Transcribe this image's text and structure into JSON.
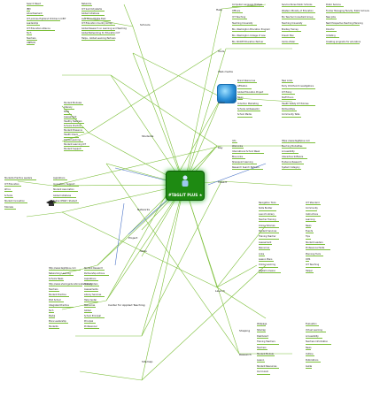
{
  "central": {
    "title": "#TAGLIT PLUS ★"
  },
  "hubs": {
    "schools": "Schools",
    "networks": "Networks",
    "students": "Students",
    "global": "Global",
    "help": "Help",
    "web_media": "Web media",
    "tools": "Tools",
    "key": "Key",
    "taglit": "TAGLIT",
    "skills": "Skills",
    "center": "Center for Applied Teaching",
    "sitemap": "Sitemap",
    "launch": "Launch",
    "shaping": "Shaping",
    "research": "Research",
    "project": "Project"
  },
  "top_left": {
    "items": [
      "Search Talent",
      "IBM",
      "Advertisement",
      "ICT policies Highland Children's ICEIT",
      "Leadership",
      "ICT Educators Alliance",
      "Tech",
      "Teachers",
      "UNESCO",
      "Networks",
      "ICT Summit Jakarta",
      "Global Initiatives",
      "Asia Africa Middle-East",
      "ICT Education Country Group",
      "Global Research on Learning and Teaching",
      "Global Networking for Education ICT",
      "Helps - Global Learning Partners"
    ]
  },
  "left_middle": {
    "items": [
      "Student Modules",
      "Literacy",
      "Skills",
      "Assessment",
      "Healthy Teachers",
      "Schools Practice",
      "Student Presence",
      "Health Check",
      "Online Learning",
      "Student Learning ICT",
      "Student Support"
    ]
  },
  "left_lower": {
    "items": [
      "Students Practice Leaders",
      "ICT Educators",
      "Africa",
      "Schools",
      "Student Innovation",
      "Tutorials",
      "Aspirations",
      "Innovation / Support",
      "Student Association",
      "Global Initiatives",
      "Follow WWW / Student"
    ]
  },
  "bottom_left": {
    "items": [
      "http://www.taglitplus.com",
      "Networking Learning",
      "Schools News",
      "http://www.sharingeducationnetwork.org",
      "Teachers",
      "Student Practice",
      "Pilot School",
      "Integrated Practice",
      "Tech",
      "Media",
      "More Leadership",
      "Students",
      "Student Research",
      "Partnership Actions",
      "Aspirations",
      "Stakeholders",
      "Assessments",
      "Library Services",
      "Help Center",
      "Resources",
      "Global",
      "School Principal",
      "Principal",
      "Professional"
    ]
  },
  "top_right": {
    "items": [
      "Computer Language Bridges",
      "Officers",
      "ICT Teaching",
      "Teaching University",
      "Bio, Washington Education Program",
      "Bio, Washington College of Law",
      "Bio, NCATE Education Partner",
      "Service Nurse Public Schools",
      "Western Ministry of Education",
      "Bio Teacher Consultant Group",
      "Teaching University",
      "Bradley Tierney",
      "Dream Plan",
      "Carlos Zoller",
      "Public Service",
      "Former Managing Faculty, Public Schools",
      "New Jobs",
      "Next Prospectus Teaching Planning",
      "Director",
      "Initiating",
      "Creating programs for educators"
    ]
  },
  "right_middle": {
    "items": [
      "Brand Resources",
      "Affiliation",
      "Global Education Project",
      "News",
      "Induction Marketing",
      "Schools Ambassador",
      "School Media",
      "New Links",
      "Early Childhood Investigations",
      "ICT Policy",
      "Staff Hours",
      "Health Safety ICT Policies",
      "Partnerships",
      "Community Talks"
    ]
  },
  "right_key": {
    "items": [
      "Info",
      "Web Links",
      "International School Week",
      "Blue Links",
      "Sharepoint learning",
      "Research Search Partners",
      "https://www.taglitplus.com",
      "Teaching Modalities",
      "Accessibility",
      "Interactive Software",
      "Evidence Research",
      "System Category"
    ]
  },
  "launch_block": {
    "items": [
      "Navigation Tools",
      "Skills Builder",
      "Launch Library",
      "Teacher Training",
      "Online Tutorials",
      "Student Services",
      "Training Teacher",
      "Assessment",
      "Resources",
      "Links",
      "Lesson Plans",
      "Online Learning",
      "Digital Inclusion",
      "ICT Standard",
      "Community",
      "Instructions",
      "Learning",
      "News",
      "Events",
      "Tips",
      "Student Leaders",
      "Professional Skills",
      "Planning Tools",
      "CMS",
      "ICT Teaching",
      "Helper"
    ]
  },
  "bottom_right": {
    "items": [
      "Webpage",
      "Sitemap",
      "Dashboard",
      "Training Teachers",
      "Teachers",
      "Student Module",
      "Lesson",
      "Student Resources",
      "Curriculum",
      "Evaluation",
      "Virtual Learning",
      "Accessibility",
      "Teachers Information",
      "News",
      "Outline",
      "Publications",
      "Guide"
    ]
  }
}
